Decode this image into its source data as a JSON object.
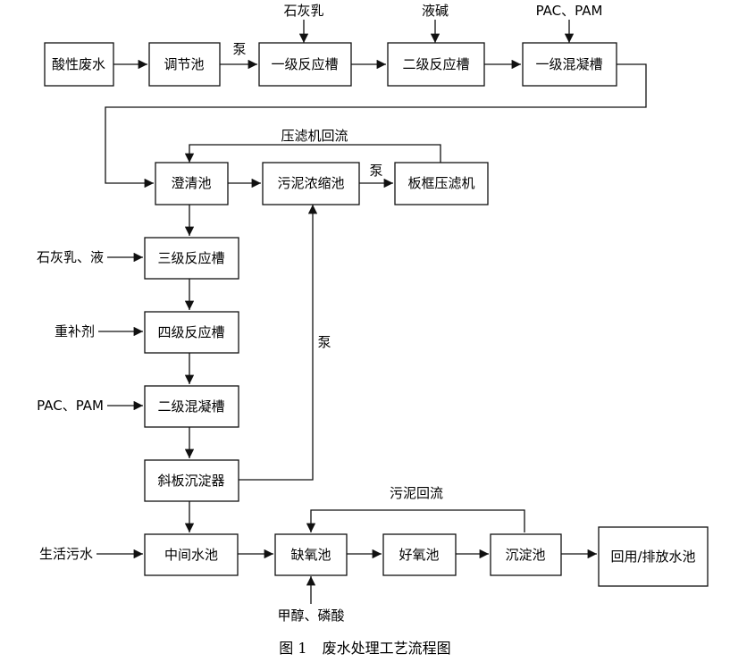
{
  "nodes": {
    "acid_wastewater": "酸性废水",
    "equalization_tank": "调节池",
    "reaction_tank_1": "一级反应槽",
    "reaction_tank_2": "二级反应槽",
    "coagulation_tank_1": "一级混凝槽",
    "clarifier": "澄清池",
    "sludge_thickener": "污泥浓缩池",
    "filter_press": "板框压滤机",
    "reaction_tank_3": "三级反应槽",
    "reaction_tank_4": "四级反应槽",
    "coagulation_tank_2": "二级混凝槽",
    "inclined_settler": "斜板沉淀器",
    "intermediate_tank": "中间水池",
    "anoxic_tank": "缺氧池",
    "aerobic_tank": "好氧池",
    "sedimentation_tank": "沉淀池",
    "reuse_discharge_tank": "回用/排放水池"
  },
  "inputs": {
    "lime_milk": "石灰乳",
    "caustic": "液碱",
    "pac_pam_top": "PAC、PAM",
    "lime_milk_liquid": "石灰乳、液",
    "heavy_metal_agent": "重补剂",
    "pac_pam_left": "PAC、PAM",
    "domestic_sewage": "生活污水",
    "methanol_phosphoric": "甲醇、磷酸"
  },
  "edge_labels": {
    "pump_1": "泵",
    "pump_2": "泵",
    "pump_3": "泵",
    "filter_press_return": "压滤机回流",
    "sludge_return": "污泥回流"
  },
  "caption": {
    "figure_no": "图 1",
    "title": "废水处理工艺流程图"
  }
}
